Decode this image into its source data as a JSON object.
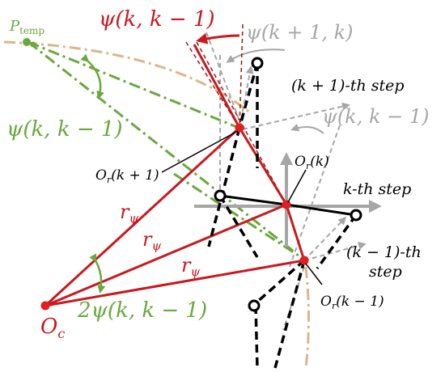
{
  "colors": {
    "red": "#c8191e",
    "green": "#6aa83e",
    "gray": "#a6a6a6",
    "tan": "#deb58a",
    "black": "#000000"
  },
  "labels": {
    "p_temp": "P",
    "p_temp_sub": "temp",
    "psi_k_km1_top": "ψ(k, k − 1)",
    "psi_kp1_k": "ψ(k + 1, k)",
    "kp1_step": "(k + 1)-th step",
    "psi_k_km1_gray": "ψ(k, k − 1)",
    "psi_k_km1_green": "ψ(k, k − 1)",
    "or_kp1": "O",
    "or_kp1_rest": "(k + 1)",
    "or_k": "O",
    "or_k_rest": "(k)",
    "k_step": "k-th step",
    "r_psi_1": "r",
    "r_psi_2": "r",
    "r_psi_3": "r",
    "r_sub": "ψ",
    "km1_step_line1": "(k − 1)-th",
    "km1_step_line2": "step",
    "two_psi": "2ψ(k, k − 1)",
    "or_km1": "O",
    "or_km1_rest": "(k − 1)",
    "oc": "O",
    "oc_sub": "c",
    "or_sub": "r"
  }
}
